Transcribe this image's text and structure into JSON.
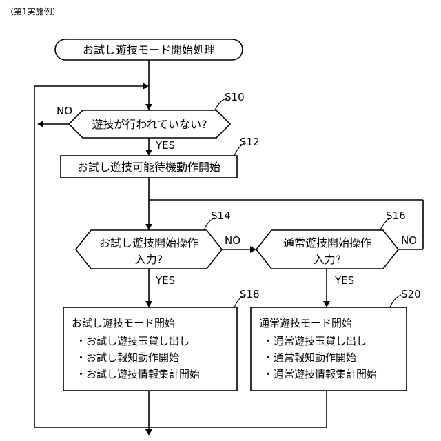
{
  "figure_caption": "（第1実施例）",
  "start": {
    "label": "お試し遊技モード開始処理"
  },
  "steps": {
    "s10": {
      "id": "S10",
      "label": "遊技が行われていない?",
      "yes": "YES",
      "no": "NO"
    },
    "s12": {
      "id": "S12",
      "label": "お試し遊技可能待機動作開始"
    },
    "s14": {
      "id": "S14",
      "line1": "お試し遊技開始操作",
      "line2": "入力?",
      "yes": "YES",
      "no": "NO"
    },
    "s16": {
      "id": "S16",
      "line1": "通常遊技開始操作",
      "line2": "入力?",
      "yes": "YES",
      "no": "NO"
    },
    "s18": {
      "id": "S18",
      "title": "お試し遊技モード開始",
      "items": [
        "・お試し遊技玉貸し出し",
        "・お試し報知動作開始",
        "・お試し遊技情報集計開始"
      ]
    },
    "s20": {
      "id": "S20",
      "title": "通常遊技モード開始",
      "items": [
        "・通常遊技玉貸し出し",
        "・通常報知動作開始",
        "・通常遊技情報集計開始"
      ]
    }
  }
}
